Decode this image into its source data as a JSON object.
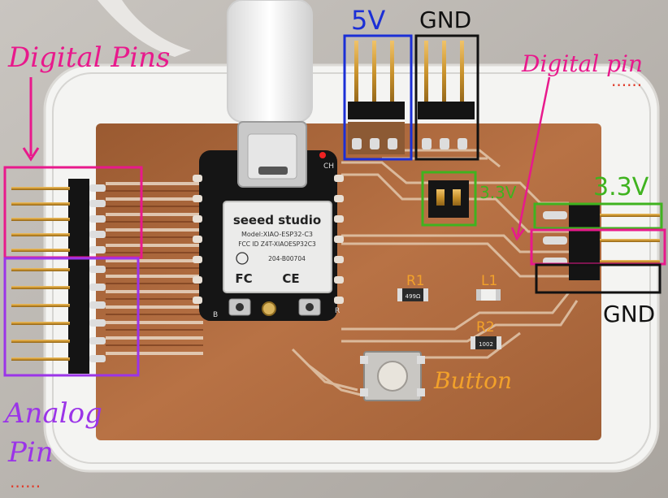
{
  "annotations": {
    "digital_pins_left": "Digital Pins",
    "analog_pin_line1": "Analog",
    "analog_pin_line2": "Pin",
    "five_volt": "5V",
    "gnd_top": "GND",
    "digital_pin_right": "Digital pin",
    "three_v3_right": "3.3V",
    "three_v3_center": "3.3V",
    "gnd_right": "GND",
    "button": "Button"
  },
  "components": {
    "module_brand": "seeed studio",
    "module_model": "Model:XIAO-ESP32-C3",
    "module_fcc": "FCC ID Z4T-XIAOESP32C3",
    "module_cert": "204-B00704",
    "module_fc": "FC",
    "module_ce": "CE",
    "module_ch": "CH",
    "module_b": "B",
    "module_r": "R",
    "r1_label": "R1",
    "l1_label": "L1",
    "r2_label": "R2",
    "r1_value": "499Ω",
    "r2_value": "1002"
  },
  "colors": {
    "magenta": "#e8198c",
    "purple": "#9b34e8",
    "blue": "#1b2fd6",
    "black": "#111111",
    "green": "#3fb31f",
    "orange": "#f2a12a",
    "red_dots": "#e03a2a",
    "copper": "#b06a3c"
  }
}
